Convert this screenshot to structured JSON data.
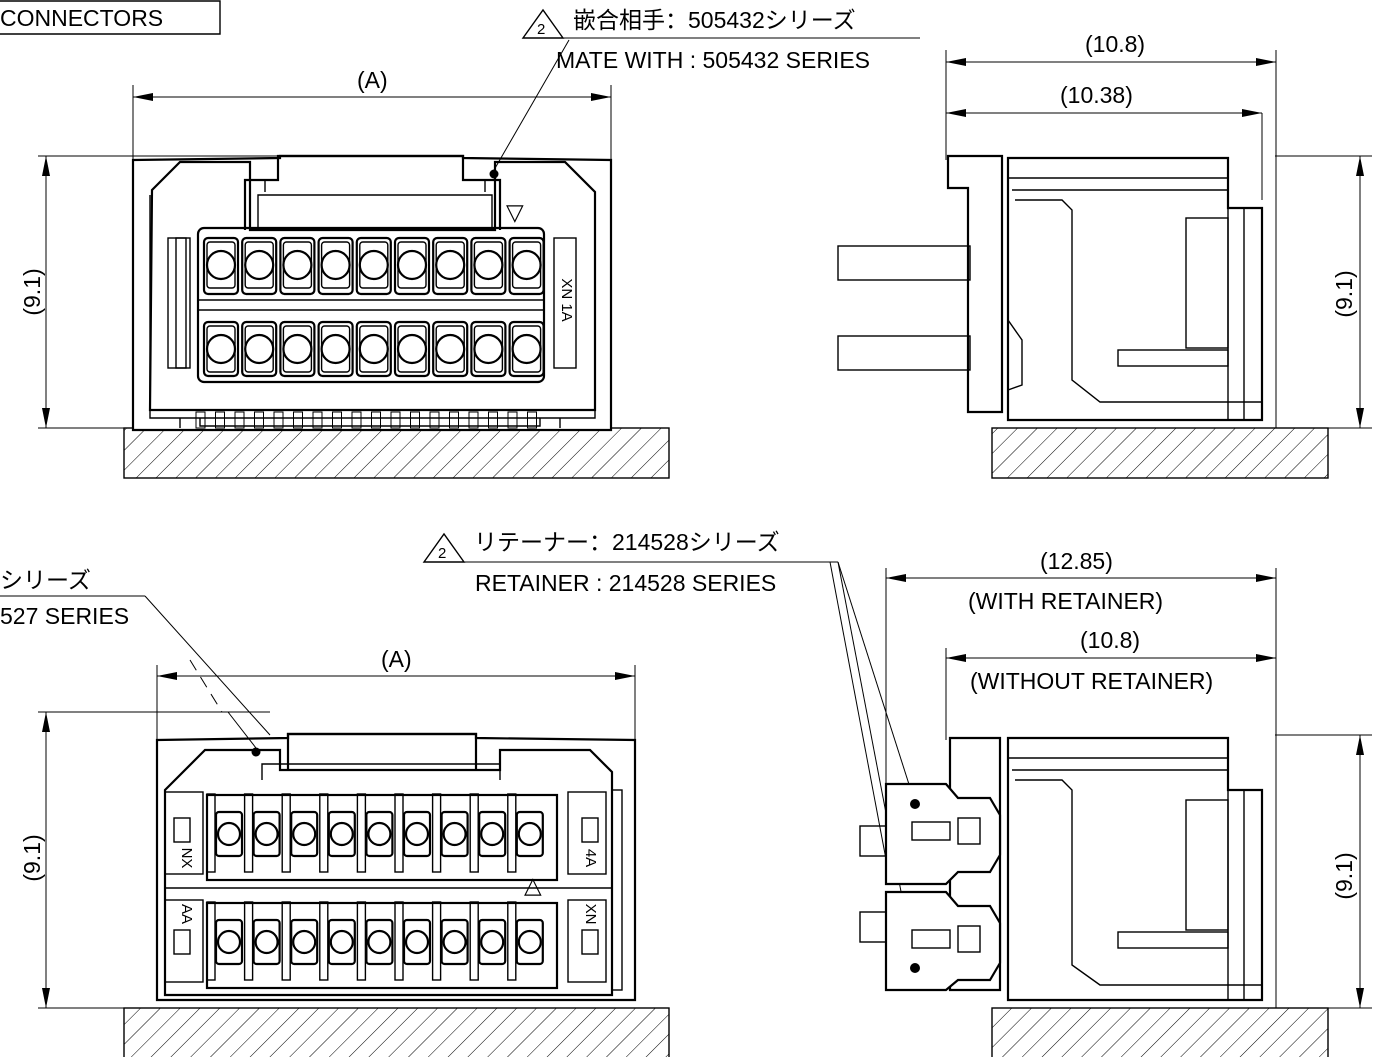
{
  "header": {
    "title_fragment": "CONNECTORS"
  },
  "top": {
    "mate_note": {
      "rev": "2",
      "jp": "嵌合相手：505432シリーズ",
      "en": "MATE WITH : 505432 SERIES"
    },
    "dim_a": "(A)",
    "dim_height_left": "(9.1)",
    "dim_height_right": "(9.1)",
    "dim_depth_outer": "(10.8)",
    "dim_depth_inner": "(10.38)",
    "polarity_mark": "▽",
    "side_marking": "XN 1A"
  },
  "bottom": {
    "series_note": {
      "jp": "シリーズ",
      "en": "527 SERIES"
    },
    "retainer_note": {
      "rev": "2",
      "jp": "リテーナー：214528シリーズ",
      "en": "RETAINER : 214528 SERIES"
    },
    "dim_a": "(A)",
    "dim_height_left": "(9.1)",
    "dim_height_right": "(9.1)",
    "dim_with_retainer": "(12.85)",
    "label_with_retainer": "(WITH RETAINER)",
    "dim_without_retainer": "(10.8)",
    "label_without_retainer": "(WITHOUT RETAINER)",
    "polarity_mark": "△",
    "pin_marks": {
      "top_left": "NX",
      "top_right": "4A",
      "bottom_left": "AA",
      "bottom_right": "XN"
    }
  }
}
